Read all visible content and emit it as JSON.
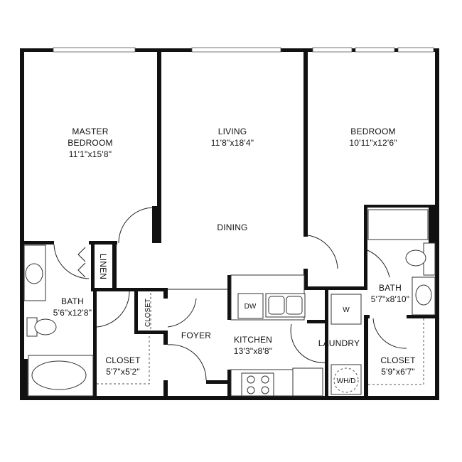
{
  "rooms": {
    "master_bedroom": {
      "name_line1": "MASTER",
      "name_line2": "BEDROOM",
      "size": "11'1\"x15'8\""
    },
    "living": {
      "name": "LIVING",
      "size": "11'8\"x18'4\""
    },
    "bedroom": {
      "name": "BEDROOM",
      "size": "10'11\"x12'6\""
    },
    "dining": {
      "name": "DINING"
    },
    "linen": {
      "name": "LINEN"
    },
    "bath_master": {
      "name": "BATH",
      "size": "5'6\"x12'8\""
    },
    "closet_small": {
      "name": "CLOSET"
    },
    "foyer": {
      "name": "FOYER"
    },
    "closet_master": {
      "name": "CLOSET",
      "size": "5'7\"x5'2\""
    },
    "kitchen": {
      "name": "KITCHEN",
      "size": "13'3\"x8'8\""
    },
    "laundry": {
      "name": "LAUNDRY"
    },
    "bath_second": {
      "name": "BATH",
      "size": "5'7\"x8'10\""
    },
    "closet_second": {
      "name": "CLOSET",
      "size": "5'9\"x6'7\""
    }
  },
  "fixtures": {
    "dishwasher": "DW",
    "washer": "W",
    "water_heater_dryer": "WH/D"
  }
}
